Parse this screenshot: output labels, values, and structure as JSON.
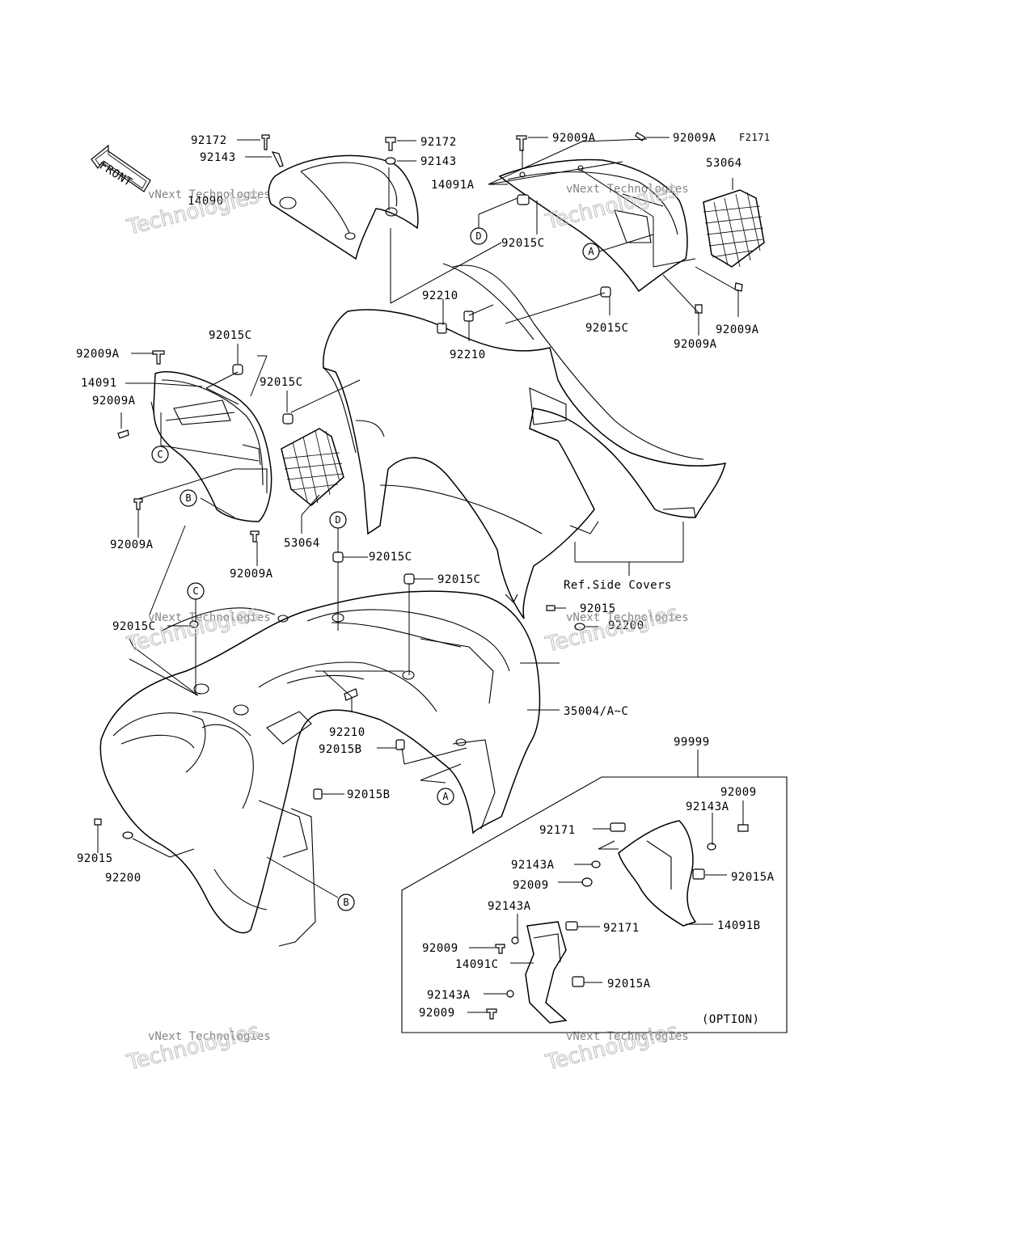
{
  "figure_code": "F2171",
  "front_label": "FRONT",
  "ref_note": "Ref.Side Covers",
  "option_label": "(OPTION)",
  "watermark": {
    "line1": "vNext Technologies",
    "line2": "Technologies"
  },
  "labels": {
    "l01": "92172",
    "l02": "92143",
    "l03": "14090",
    "l04": "92172",
    "l05": "92143",
    "l06": "92009A",
    "l07": "92009A",
    "l08": "14091A",
    "l09": "53064",
    "l10": "92015C",
    "l11": "92015C",
    "l12": "92009A",
    "l13": "92009A",
    "l14": "92210",
    "l15": "92210",
    "l16": "92009A",
    "l17": "92015C",
    "l18": "14091",
    "l19": "92009A",
    "l20": "92015C",
    "l21": "92009A",
    "l22": "53064",
    "l23": "92009A",
    "l24": "92015C",
    "l25": "92015C",
    "l26": "92015C",
    "l27": "92015",
    "l28": "92200",
    "l29": "35004/A~C",
    "l30": "92210",
    "l31": "92015B",
    "l32": "92015B",
    "l33": "92015",
    "l34": "92200",
    "l35": "99999",
    "l36": "92009",
    "l37": "92143A",
    "l38": "92171",
    "l39": "92143A",
    "l40": "92015A",
    "l41": "92009",
    "l42": "14091B",
    "l43": "92143A",
    "l44": "92171",
    "l45": "92009",
    "l46": "14091C",
    "l47": "92015A",
    "l48": "92143A",
    "l49": "92009"
  },
  "callouts": {
    "c1": "D",
    "c2": "A",
    "c3": "C",
    "c4": "B",
    "c5": "D",
    "c6": "C",
    "c7": "A",
    "c8": "B"
  }
}
